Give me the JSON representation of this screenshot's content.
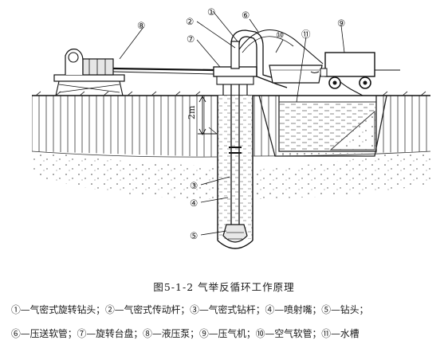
{
  "figure": {
    "caption": "图5-1-2   气举反循环工作原理",
    "depth_mark": "2m",
    "callouts": [
      "①",
      "②",
      "③",
      "④",
      "⑤",
      "⑥",
      "⑦",
      "⑧",
      "⑨",
      "⑩",
      "⑪"
    ],
    "legend_line1": "①—气密式旋转钻头；②—气密式传动杆；③—气密式钻杆；④—喷射嘴；⑤—钻头；",
    "legend_line2": "⑥—压送软管；⑦—旋转台盘；⑧—液压泵；⑨—压气机；⑩—空气软管；⑪—水槽"
  }
}
